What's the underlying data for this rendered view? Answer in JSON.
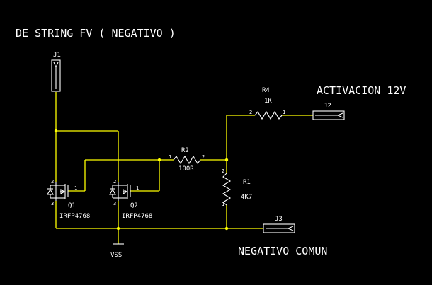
{
  "title": "DE STRING FV ( NEGATIVO )",
  "activation_label": "ACTIVACION 12V",
  "common_label": "NEGATIVO COMUN",
  "components": {
    "j1": {
      "ref": "J1"
    },
    "j2": {
      "ref": "J2"
    },
    "j3": {
      "ref": "J3"
    },
    "r4": {
      "ref": "R4",
      "value": "1K",
      "pin_a": "2",
      "pin_b": "1"
    },
    "r2": {
      "ref": "R2",
      "value": "100R",
      "pin_a": "1",
      "pin_b": "2"
    },
    "r1": {
      "ref": "R1",
      "value": "4K7",
      "pin_top": "2",
      "pin_bottom": "1"
    },
    "q1": {
      "ref": "Q1",
      "part": "IRFP4768",
      "pin_d": "2",
      "pin_g": "1",
      "pin_s": "3"
    },
    "q2": {
      "ref": "Q2",
      "part": "IRFP4768",
      "pin_d": "2",
      "pin_g": "1",
      "pin_s": "3"
    },
    "vss": {
      "label": "VSS"
    }
  },
  "colors": {
    "background": "#000000",
    "wire": "#ffff00",
    "symbol": "#ffffff",
    "text": "#ffffff"
  }
}
